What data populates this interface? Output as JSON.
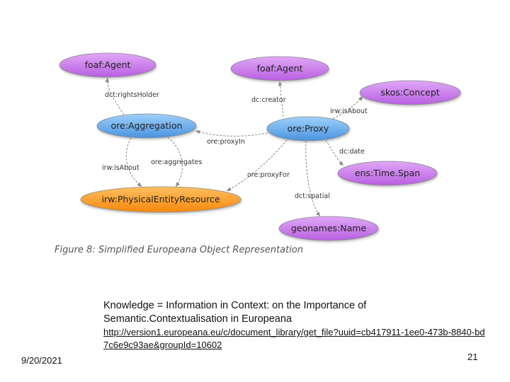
{
  "diagram": {
    "nodes": [
      {
        "id": "agent1",
        "label": "foaf:Agent",
        "color": "#cc77ee"
      },
      {
        "id": "agent2",
        "label": "foaf:Agent",
        "color": "#cc77ee"
      },
      {
        "id": "concept",
        "label": "skos:Concept",
        "color": "#cc77ee"
      },
      {
        "id": "aggregation",
        "label": "ore:Aggregation",
        "color": "#66aaee"
      },
      {
        "id": "proxy",
        "label": "ore:Proxy",
        "color": "#66aaee"
      },
      {
        "id": "timespan",
        "label": "ens:Time.Span",
        "color": "#cc77ee"
      },
      {
        "id": "physical",
        "label": "irw:PhysicalEntityResource",
        "color": "#ff9a1a"
      },
      {
        "id": "geonames",
        "label": "geonames:Name",
        "color": "#cc77ee"
      }
    ],
    "edges": [
      {
        "from": "aggregation",
        "to": "agent1",
        "label": "dct:rightsHolder"
      },
      {
        "from": "proxy",
        "to": "agent2",
        "label": "dc:creator"
      },
      {
        "from": "proxy",
        "to": "concept",
        "label": "irw:isAbout"
      },
      {
        "from": "proxy",
        "to": "aggregation",
        "label": "ore:proxyIn"
      },
      {
        "from": "aggregation",
        "to": "physical",
        "label": "irw:isAbout"
      },
      {
        "from": "aggregation",
        "to": "physical",
        "label": "ore:aggregates"
      },
      {
        "from": "proxy",
        "to": "physical",
        "label": "ore:proxyFor"
      },
      {
        "from": "proxy",
        "to": "timespan",
        "label": "dc:date"
      },
      {
        "from": "proxy",
        "to": "geonames",
        "label": "dct:spatial"
      }
    ],
    "caption": "Figure 8: Simplified Europeana Object Representation"
  },
  "footer": {
    "title": "Knowledge = Information in Context: on the Importance of Semantic.Contextualisation in Europeana",
    "link": "http://version1.europeana.eu/c/document_library/get_file?uuid=cb417911-1ee0-473b-8840-bd7c6e9c93ae&groupId=10602",
    "date": "9/20/2021",
    "page": "21"
  }
}
